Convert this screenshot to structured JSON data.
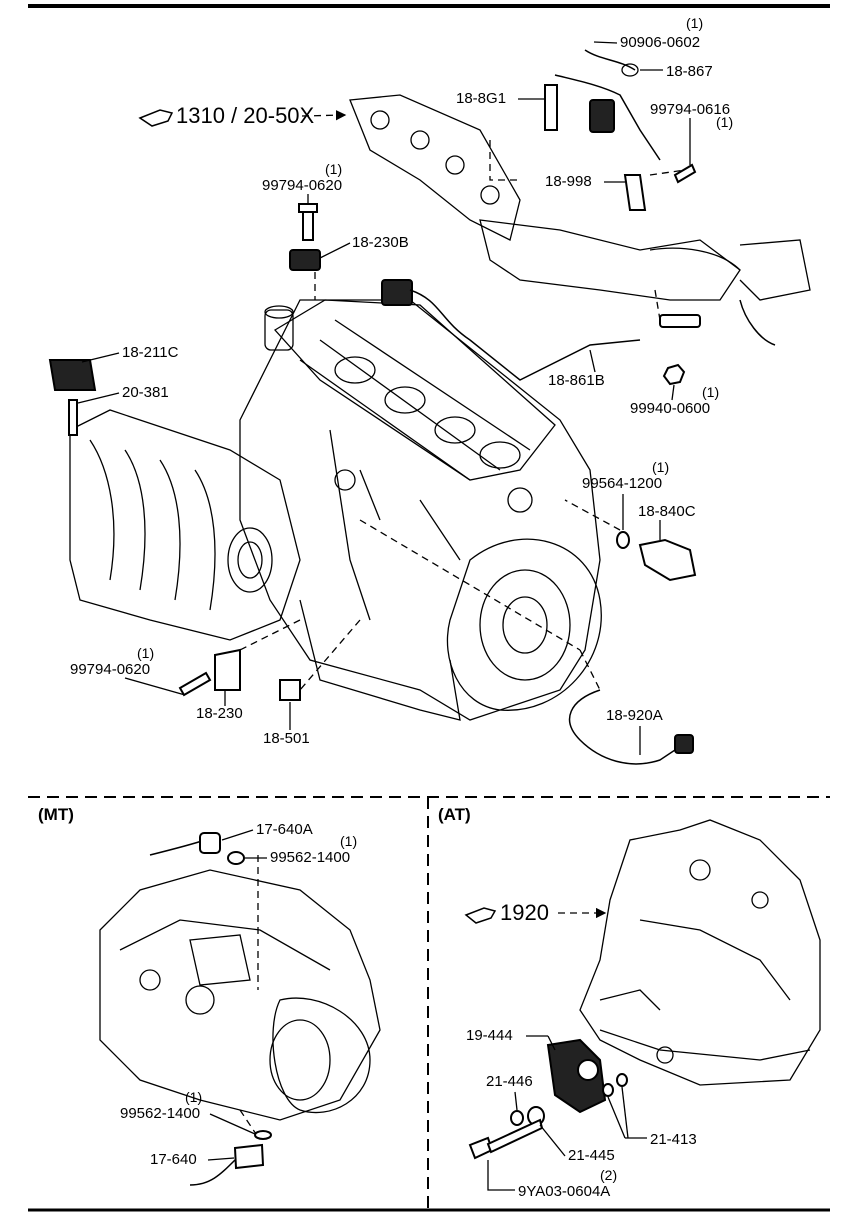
{
  "references": {
    "exhaust_ref": "1310 / 20-50X",
    "transmission_ref": "1920"
  },
  "sections": {
    "mt": "(MT)",
    "at": "(AT)"
  },
  "engine_parts": [
    {
      "id": "90906-0602",
      "qty": "(1)"
    },
    {
      "id": "18-867",
      "qty": ""
    },
    {
      "id": "18-8G1",
      "qty": ""
    },
    {
      "id": "99794-0616",
      "qty": "(1)"
    },
    {
      "id": "18-998",
      "qty": ""
    },
    {
      "id": "99794-0620",
      "qty": "(1)"
    },
    {
      "id": "18-230B",
      "qty": ""
    },
    {
      "id": "18-211C",
      "qty": ""
    },
    {
      "id": "20-381",
      "qty": ""
    },
    {
      "id": "18-861B",
      "qty": ""
    },
    {
      "id": "99940-0600",
      "qty": "(1)"
    },
    {
      "id": "99564-1200",
      "qty": "(1)"
    },
    {
      "id": "18-840C",
      "qty": ""
    },
    {
      "id": "99794-0620",
      "qty": "(1)"
    },
    {
      "id": "18-230",
      "qty": ""
    },
    {
      "id": "18-501",
      "qty": ""
    },
    {
      "id": "18-920A",
      "qty": ""
    }
  ],
  "mt_parts": [
    {
      "id": "17-640A",
      "qty": ""
    },
    {
      "id": "99562-1400",
      "qty": "(1)"
    },
    {
      "id": "99562-1400",
      "qty": "(1)"
    },
    {
      "id": "17-640",
      "qty": ""
    }
  ],
  "at_parts": [
    {
      "id": "19-444",
      "qty": ""
    },
    {
      "id": "21-446",
      "qty": ""
    },
    {
      "id": "21-445",
      "qty": ""
    },
    {
      "id": "21-413",
      "qty": ""
    },
    {
      "id": "9YA03-0604A",
      "qty": "(2)"
    }
  ],
  "icons": {
    "reference_pointer": "pointing-hand-icon"
  }
}
